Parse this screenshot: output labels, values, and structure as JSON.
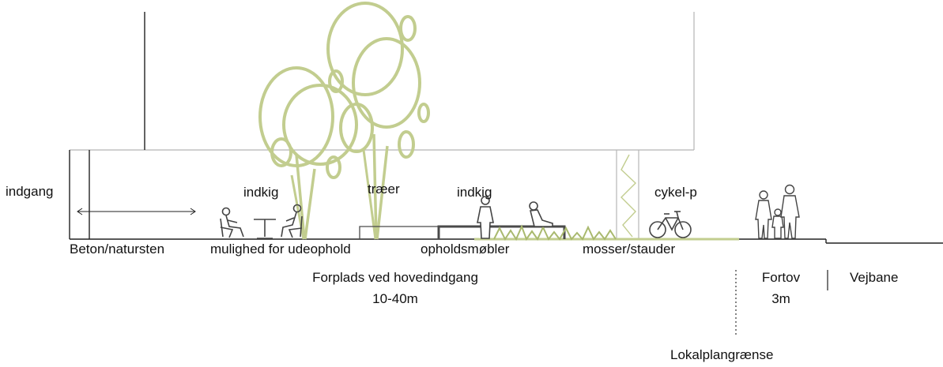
{
  "labels": {
    "entrance": "indgang",
    "view_left": "indkig",
    "trees": "træer",
    "view_right": "indkig",
    "bike_parking": "cykel-p",
    "paving": "Beton/natursten",
    "outdoor_stay": "mulighed for udeophold",
    "furniture": "opholdsmøbler",
    "planting": "mosser/stauder",
    "forecourt_title": "Forplads ved hovedindgang",
    "forecourt_width": "10-40m",
    "sidewalk": "Fortov",
    "sidewalk_width": "3m",
    "road": "Vejbane",
    "plan_boundary": "Lokalplangrænse"
  },
  "colors": {
    "green": "#c2cd8f",
    "green_dark": "#a9b96e",
    "building": "#b5b5b5",
    "ground": "#222222",
    "bench": "#4a4a4a"
  }
}
